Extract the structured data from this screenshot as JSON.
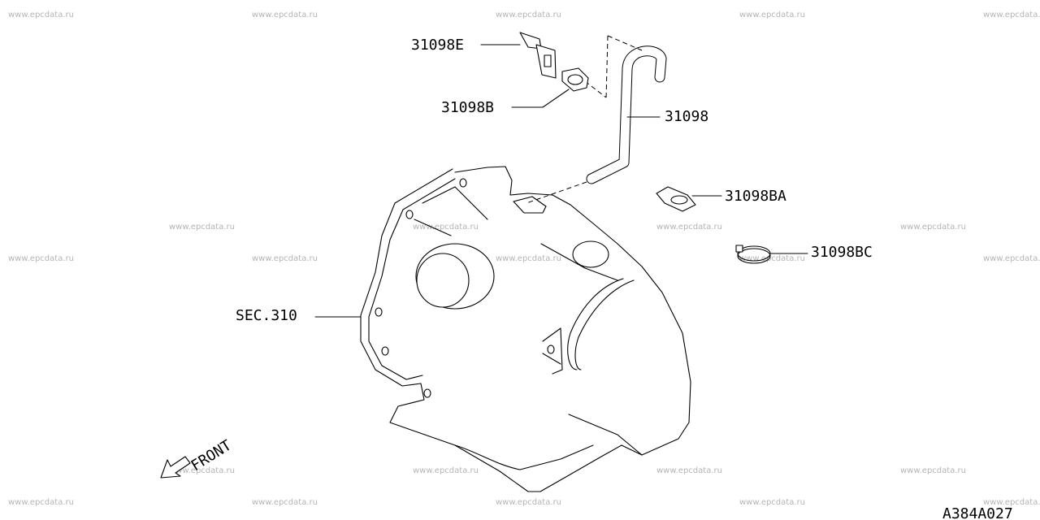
{
  "watermark": "www.epcdata.ru",
  "diagram_id": "A384A027",
  "parts": {
    "clip_e": "31098E",
    "clip_b": "31098B",
    "hose": "31098",
    "clip_ba": "31098BA",
    "clamp_bc": "31098BC",
    "transmission": "SEC.310"
  },
  "front_label": "FRONT",
  "colors": {
    "ink": "#000000",
    "watermark": "#b4b4b4",
    "background": "#ffffff"
  }
}
